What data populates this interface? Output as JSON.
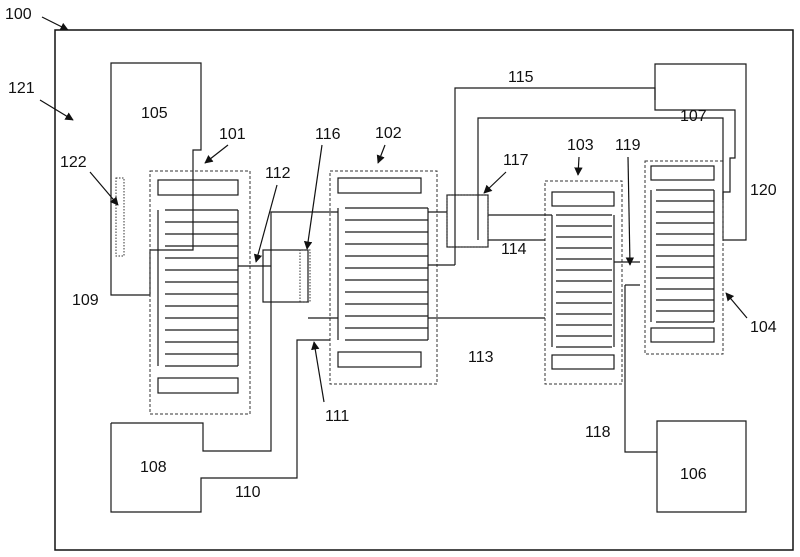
{
  "labels": {
    "substrate": "100",
    "r101": "101",
    "r102": "102",
    "r103": "103",
    "r104": "104",
    "pad105": "105",
    "pad106": "106",
    "pad107": "107",
    "pad108": "108",
    "l109": "109",
    "l110": "110",
    "l111": "111",
    "l112": "112",
    "l113": "113",
    "l114": "114",
    "l115": "115",
    "l116": "116",
    "l117": "117",
    "l118": "118",
    "l119": "119",
    "l120": "120",
    "l121": "121",
    "l122": "122"
  }
}
